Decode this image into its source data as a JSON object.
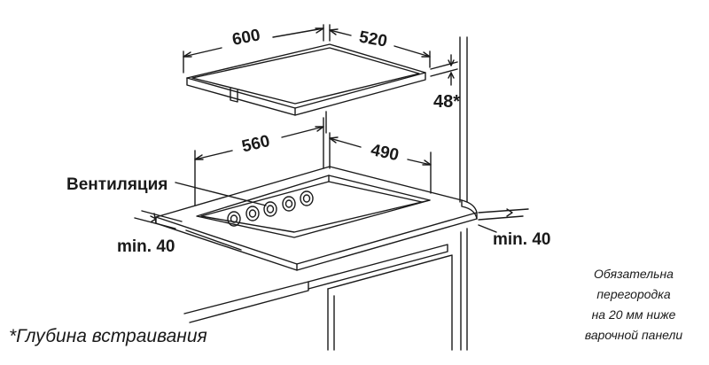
{
  "labels": {
    "hob_width": "600",
    "hob_depth": "520",
    "hob_height": "48*",
    "cutout_width": "560",
    "cutout_depth": "490",
    "ventilation": "Вентиляция",
    "clearance_left": "min. 40",
    "clearance_right": "min. 40"
  },
  "footnote": "*Глубина встраивания",
  "side_note": {
    "line1": "Обязательна",
    "line2": "перегородка",
    "line3": "на 20 мм ниже",
    "line4": "варочной панели"
  },
  "colors": {
    "line": "#1a1a1a",
    "background": "#ffffff"
  }
}
